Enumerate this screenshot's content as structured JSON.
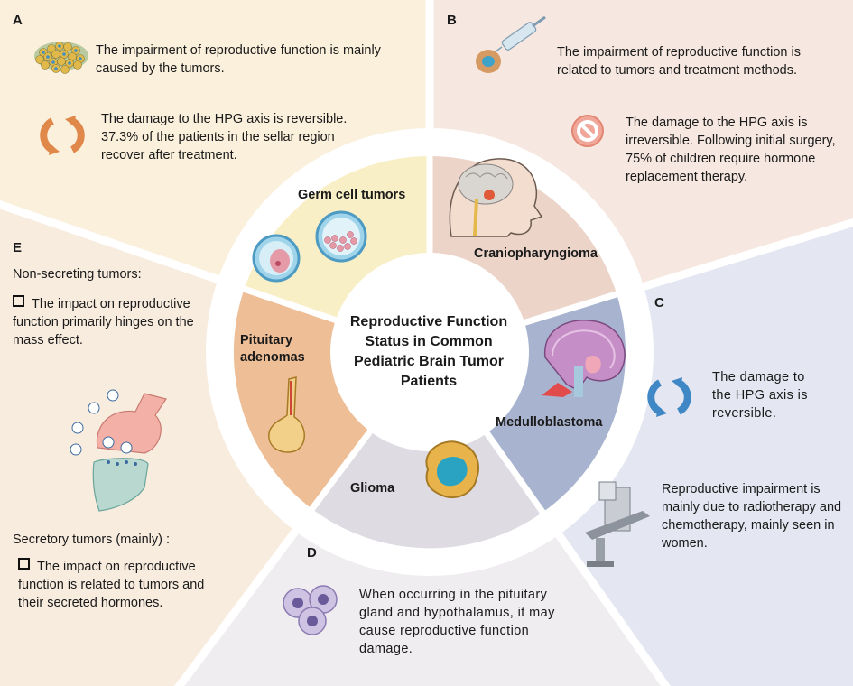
{
  "center_title": "Reproductive Function Status in Common Pediatric Brain Tumor Patients",
  "colors": {
    "A": "#fbf0dc",
    "B": "#f6e8e0",
    "C": "#e4e7f1",
    "D": "#efedf0",
    "E": "#f8ecdf",
    "germ": "#f9efc6",
    "cranio": "#ecd4c9",
    "medullo": "#a8b4cf",
    "glioma": "#dedbe3",
    "pituitary": "#eebe96"
  },
  "A": {
    "letter": "A",
    "line1": "The impairment of reproductive function is mainly caused by the tumors.",
    "line2": "The damage to the HPG  axis is reversible. 37.3% of the patients in the sellar region recover after treatment."
  },
  "B": {
    "letter": "B",
    "line1": "The impairment of reproductive function is related to tumors and treatment methods.",
    "line2": "The damage to the HPG  axis is irreversible. Following initial surgery, 75% of children require hormone replacement therapy."
  },
  "C": {
    "letter": "C",
    "line1": "The damage to the HPG  axis is reversible.",
    "line2": "Reproductive impairment is mainly due to radiotherapy and chemotherapy, mainly seen in women."
  },
  "D": {
    "letter": "D",
    "line1": "When occurring in the pituitary gland and hypothalamus, it may cause reproductive function damage."
  },
  "E": {
    "letter": "E",
    "heading1": "Non-secreting tumors:",
    "bullet1": "The impact on reproductive function primarily hinges on the mass effect.",
    "heading2": "Secretory tumors (mainly) :",
    "bullet2": "The impact on reproductive function is related to tumors and their secreted hormones."
  },
  "segments": {
    "germ": "Germ cell tumors",
    "cranio": "Craniopharyngioma",
    "medullo": "Medulloblastoma",
    "glioma": "Glioma",
    "pituitary": "Pituitary adenomas"
  },
  "icons": [
    "tumor-cells-icon",
    "reversible-arrows-icon",
    "injection-icon",
    "prohibited-icon",
    "brain-head-icon",
    "brain-section-icon",
    "radiotherapy-machine-icon",
    "glioma-cell-icon",
    "glioma-cluster-icon",
    "pituitary-gland-icon",
    "synapse-icon",
    "germ-cell-icon"
  ]
}
